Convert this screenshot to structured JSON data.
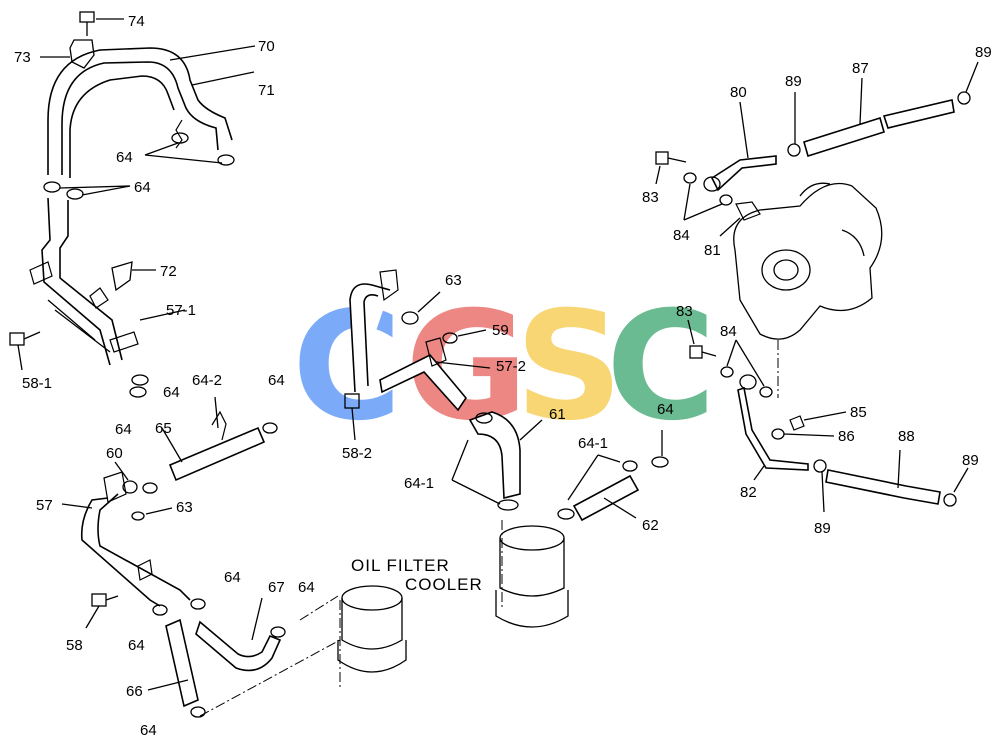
{
  "diagram": {
    "captions": {
      "oil_filter": "OIL  FILTER",
      "cooler": "COOLER"
    },
    "watermark": {
      "letters": [
        "C",
        "G",
        "S",
        "C"
      ],
      "colors": [
        "#4f8ef7",
        "#e8605a",
        "#f5c945",
        "#3aa56e"
      ]
    },
    "labels": {
      "l74": "74",
      "l73": "73",
      "l70": "70",
      "l71": "71",
      "l64a": "64",
      "l64b": "64",
      "l72": "72",
      "l57_1": "57-1",
      "l58_1": "58-1",
      "l64c": "64",
      "l64_2": "64-2",
      "l64d": "64",
      "l64e": "64",
      "l65": "65",
      "l60": "60",
      "l57": "57",
      "l63a": "63",
      "l64f": "64",
      "l67": "67",
      "l64g": "64",
      "l58": "58",
      "l64h": "64",
      "l66": "66",
      "l64i": "64",
      "l63b": "63",
      "l59": "59",
      "l57_2": "57-2",
      "l58_2": "58-2",
      "l61": "61",
      "l64_1a": "64-1",
      "l64_1b": "64-1",
      "l62": "62",
      "l64j": "64",
      "l80": "80",
      "l89a": "89",
      "l87": "87",
      "l89b": "89",
      "l83a": "83",
      "l84a": "84",
      "l81": "81",
      "l83b": "83",
      "l84b": "84",
      "l85": "85",
      "l86": "86",
      "l88": "88",
      "l89c": "89",
      "l82": "82",
      "l89d": "89"
    }
  }
}
